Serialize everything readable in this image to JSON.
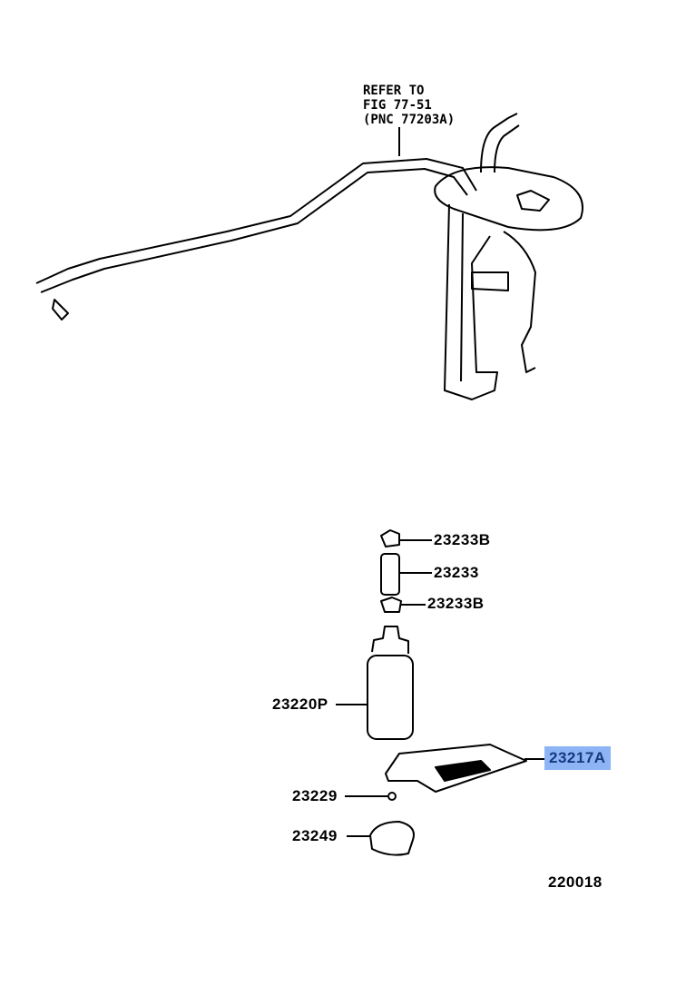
{
  "reference_note": {
    "line1": "REFER TO",
    "line2": "FIG 77-51",
    "line3": "(PNC 77203A)"
  },
  "parts": [
    {
      "number": "23233B"
    },
    {
      "number": "23233"
    },
    {
      "number": "23233B"
    },
    {
      "number": "23220P"
    },
    {
      "number": "23217A",
      "highlighted": true
    },
    {
      "number": "23229"
    },
    {
      "number": "23249"
    }
  ],
  "illustration_id": "220018",
  "colors": {
    "highlight": "#8db4f5",
    "highlight_text": "#163a80"
  }
}
